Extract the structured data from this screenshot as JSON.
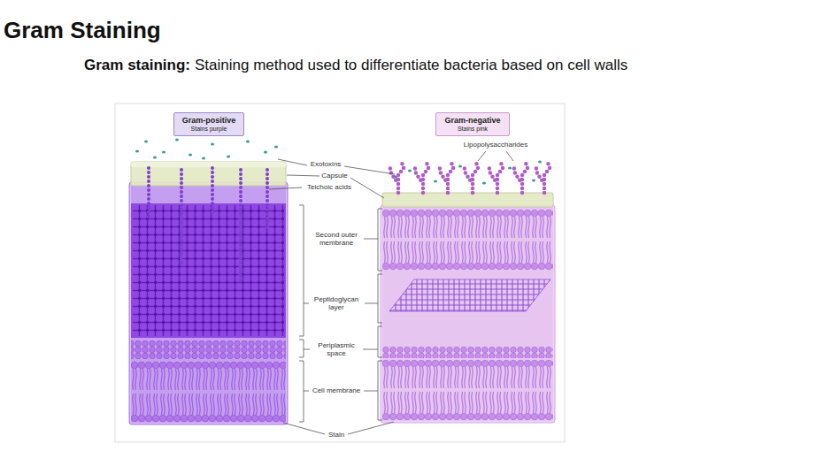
{
  "diagram": {
    "title": "Gram Staining",
    "nodes": [
      {
        "text": [
          "Gram-positive",
          "Stains purple"
        ]
      },
      {
        "text": [
          "Gram-negative",
          "Stains pink"
        ]
      }
    ],
    "labels": [
      "Gram staining:",
      "Staining method used to differentiate bacteria based on cell walls",
      "Exotoxins",
      "Capsule",
      "Teichoic acids",
      "Lipopolysaccharides",
      "Second outer membrane",
      "Peptidoglycan layer",
      "Periplasmic space",
      "Cell membrane",
      "Stain"
    ]
  }
}
